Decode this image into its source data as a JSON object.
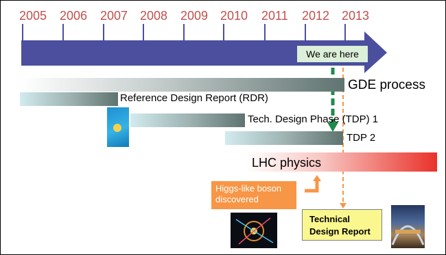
{
  "timeline": {
    "years": [
      "2005",
      "2006",
      "2007",
      "2008",
      "2009",
      "2010",
      "2011",
      "2012",
      "2013"
    ],
    "arrow_color": "#4b4f9e",
    "year_color": "#c0504d"
  },
  "callouts": {
    "we_are_here": "We are here"
  },
  "phases": {
    "gde": "GDE process",
    "rdr": "Reference Design Report (RDR)",
    "tdp1": "Tech. Design Phase (TDP) 1",
    "tdp2": "TDP 2",
    "lhc": "LHC physics"
  },
  "events": {
    "higgs": "Higgs-like boson discovered",
    "tdr": "Technical Design Report"
  },
  "colors": {
    "green_arrow": "#1e8a4c",
    "orange": "#f79646",
    "lhc_red": "#e9322a",
    "bar_dark": "#5f7370",
    "bar_light": "#d2ebef"
  }
}
